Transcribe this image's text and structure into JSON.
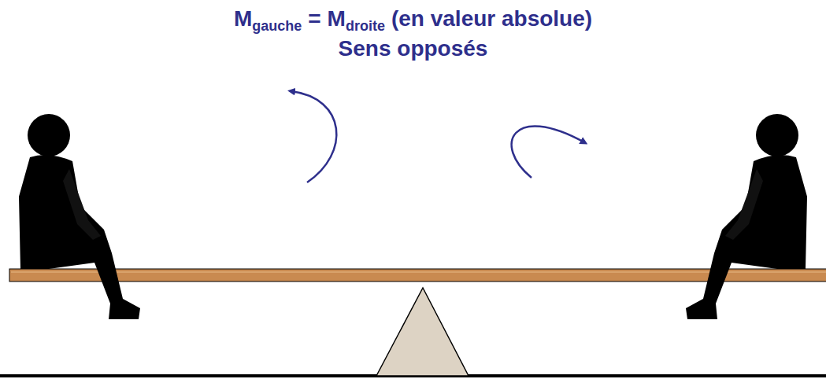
{
  "diagram": {
    "labels": [
      "M",
      "gauche",
      "=",
      "M",
      "droite",
      "(en valeur absolue)",
      "Sens opposés"
    ]
  }
}
